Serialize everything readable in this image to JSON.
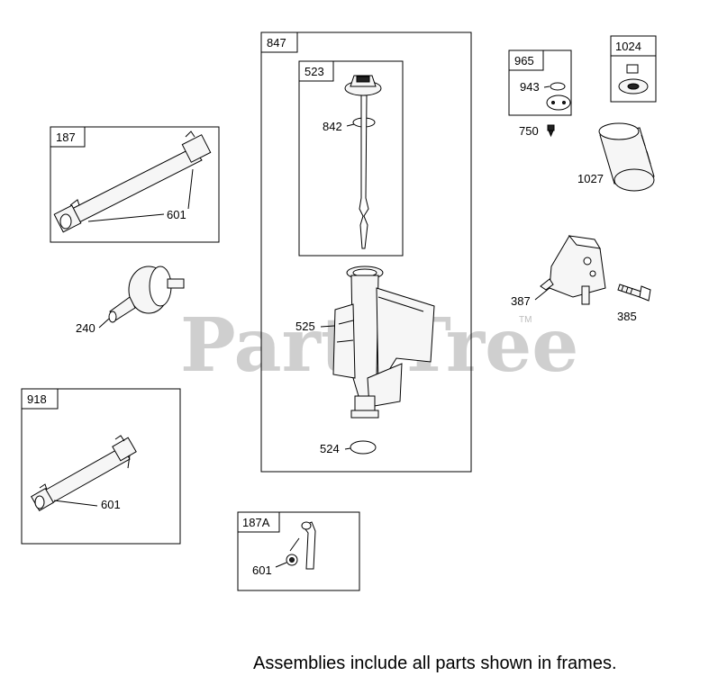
{
  "watermark": {
    "text": "PartsTree",
    "trademark": "TM"
  },
  "frames": {
    "f847": "847",
    "f523": "523",
    "f187": "187",
    "f918": "918",
    "f187a": "187A",
    "f965": "965",
    "f1024": "1024"
  },
  "callouts": {
    "c842": "842",
    "c525": "525",
    "c524": "524",
    "c601_187": "601",
    "c240": "240",
    "c601_918": "601",
    "c601_187a": "601",
    "c943": "943",
    "c750": "750",
    "c1027": "1027",
    "c387": "387",
    "c385": "385"
  },
  "footnote": "Assemblies include all parts shown in frames."
}
